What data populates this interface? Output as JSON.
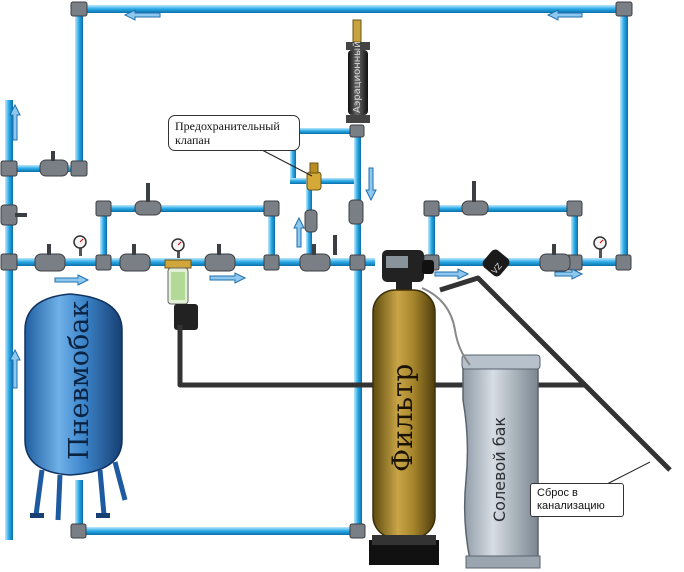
{
  "labels": {
    "air_separator": "Аэрационный",
    "pressure_tank": "Пневмобак",
    "filter": "Фильтр",
    "brine_tank": "Солевой бак",
    "filter_head_text": "VZ"
  },
  "callouts": {
    "safety_valve": "Предохранительный клапан",
    "drain": "Сброс в канализацию"
  }
}
